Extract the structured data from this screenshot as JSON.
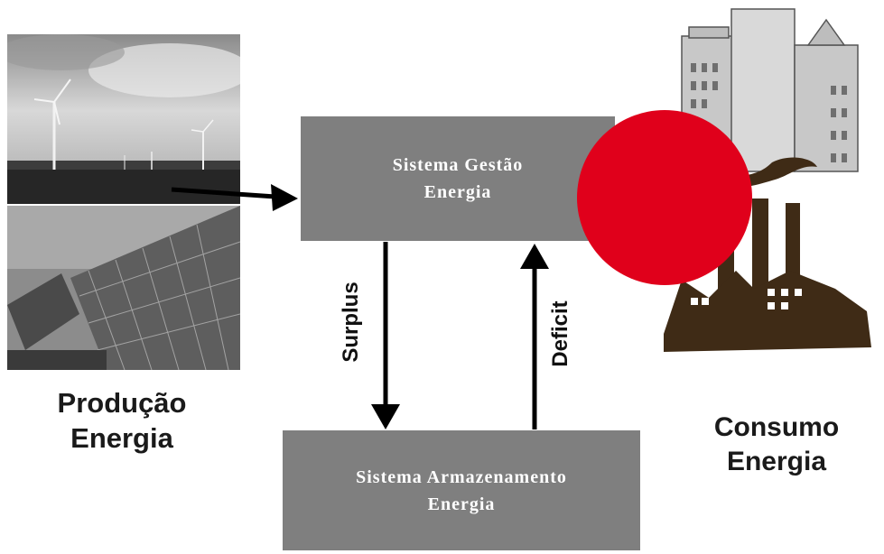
{
  "production": {
    "line1": "Produção",
    "line2": "Energia"
  },
  "management_box": {
    "line1": "Sistema Gestão",
    "line2": "Energia"
  },
  "storage_box": {
    "line1": "Sistema Armazenamento",
    "line2": "Energia"
  },
  "consumption": {
    "line1": "Consumo",
    "line2": "Energia"
  },
  "flows": {
    "surplus": "Surplus",
    "deficit": "Deficit"
  },
  "colors": {
    "box_fill": "#7f7f7f",
    "red_marker": "#e0001b",
    "factory": "#3f2b16"
  }
}
